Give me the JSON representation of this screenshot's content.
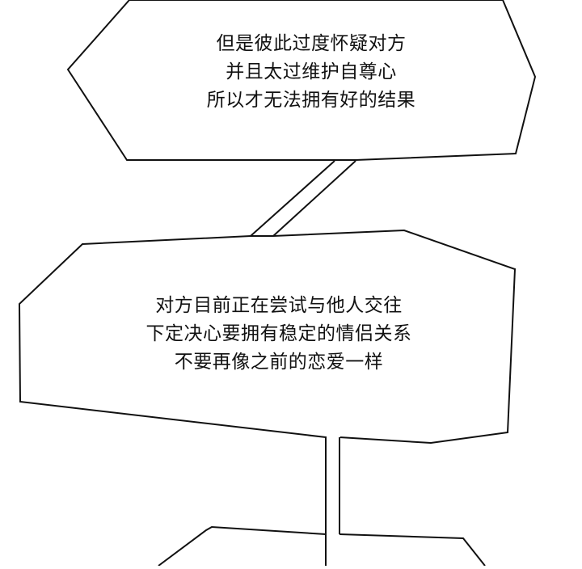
{
  "panel": {
    "top_bubble": {
      "lines": [
        "但是彼此过度怀疑对方",
        "并且太过维护自尊心",
        "所以才无法拥有好的结果"
      ]
    },
    "middle_bubble": {
      "lines": [
        "对方目前正在尝试与他人交往",
        "下定决心要拥有稳定的情侣关系",
        "不要再像之前的恋爱一样"
      ]
    },
    "colors": {
      "background": "#ffffff",
      "outline": "#111111",
      "text": "#111111"
    }
  }
}
